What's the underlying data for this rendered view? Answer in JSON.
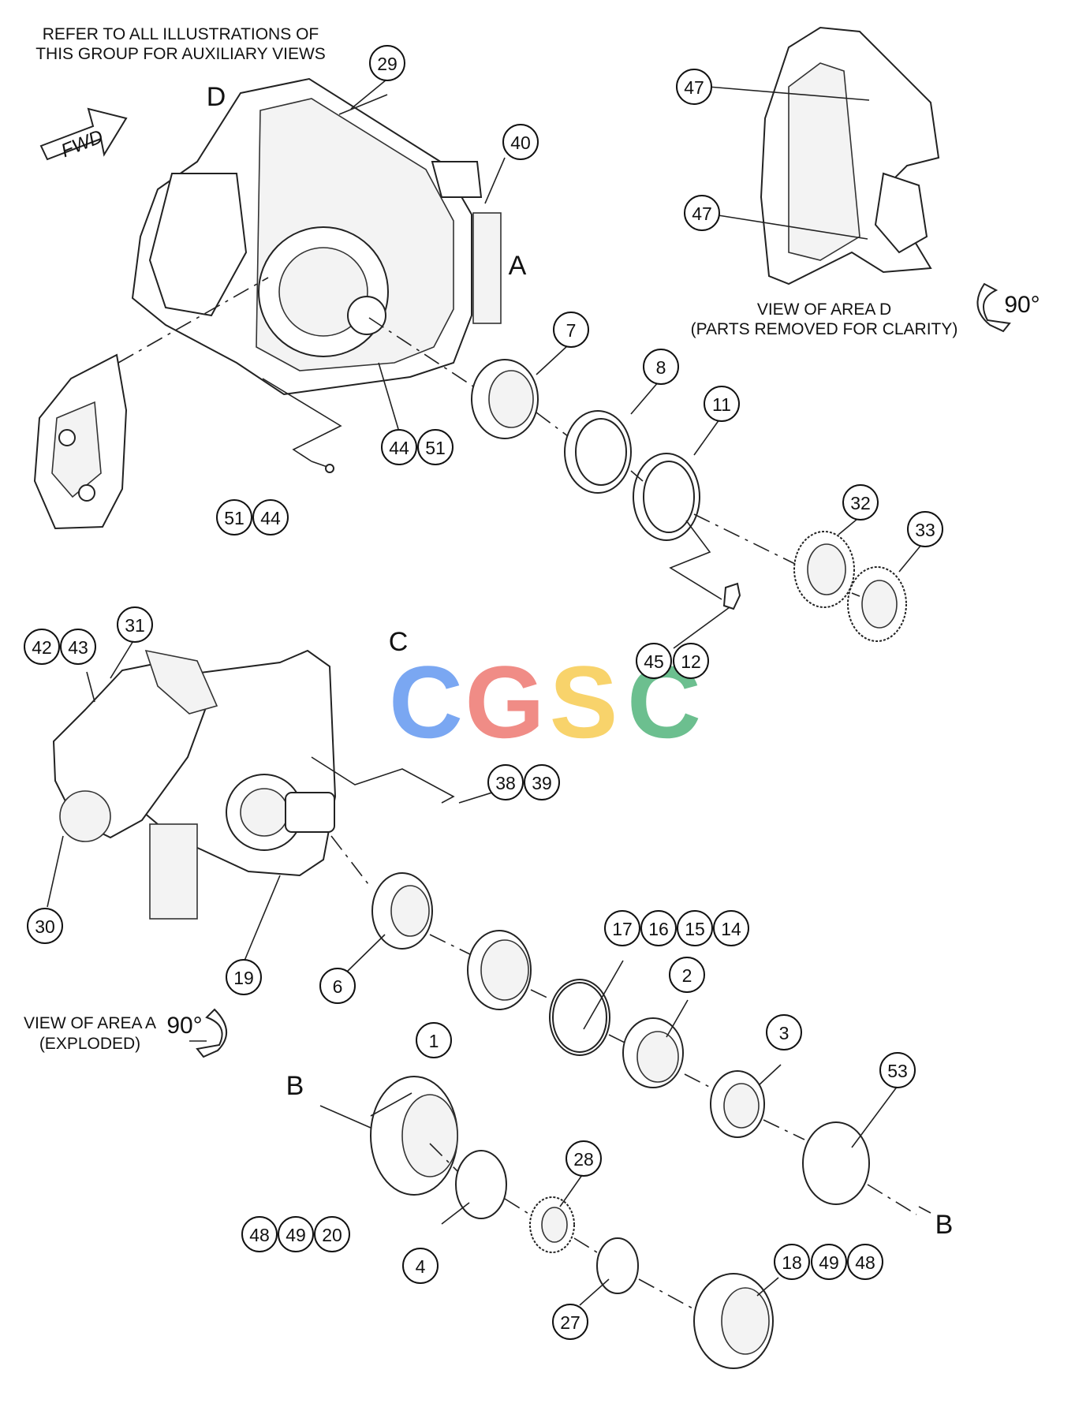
{
  "notes": {
    "refer_line1": "REFER TO ALL ILLUSTRATIONS OF",
    "refer_line2": "THIS GROUP FOR AUXILIARY VIEWS",
    "view_d_line1": "VIEW OF AREA D",
    "view_d_line2": "(PARTS REMOVED FOR CLARITY)",
    "view_a_line1": "VIEW OF AREA A",
    "view_a_line2": "(EXPLODED)",
    "rotation_d": "90°",
    "rotation_a": "90°",
    "fwd": "FWD"
  },
  "area_letters": {
    "d": "D",
    "a": "A",
    "c": "C",
    "b_top": "B",
    "b_bottom": "B"
  },
  "watermark": {
    "letters": [
      "C",
      "G",
      "S",
      "C"
    ],
    "colors": [
      "#7aa7f2",
      "#f08c86",
      "#f8d36b",
      "#6cbf8f"
    ]
  },
  "callouts": {
    "c29": "29",
    "c40": "40",
    "c47a": "47",
    "c47b": "47",
    "c7": "7",
    "c8": "8",
    "c11": "11",
    "c32": "32",
    "c33": "33",
    "c44a": "44",
    "c51a": "51",
    "c51b": "51",
    "c44b": "44",
    "c45": "45",
    "c12": "12",
    "c42": "42",
    "c43": "43",
    "c31": "31",
    "c38": "38",
    "c39": "39",
    "c30": "30",
    "c19": "19",
    "c6": "6",
    "c17": "17",
    "c16": "16",
    "c15": "15",
    "c14": "14",
    "c2": "2",
    "c1": "1",
    "c3": "3",
    "c53": "53",
    "c28": "28",
    "c48a": "48",
    "c49a": "49",
    "c20": "20",
    "c4": "4",
    "c27": "27",
    "c18": "18",
    "c49b": "49",
    "c48b": "48"
  }
}
